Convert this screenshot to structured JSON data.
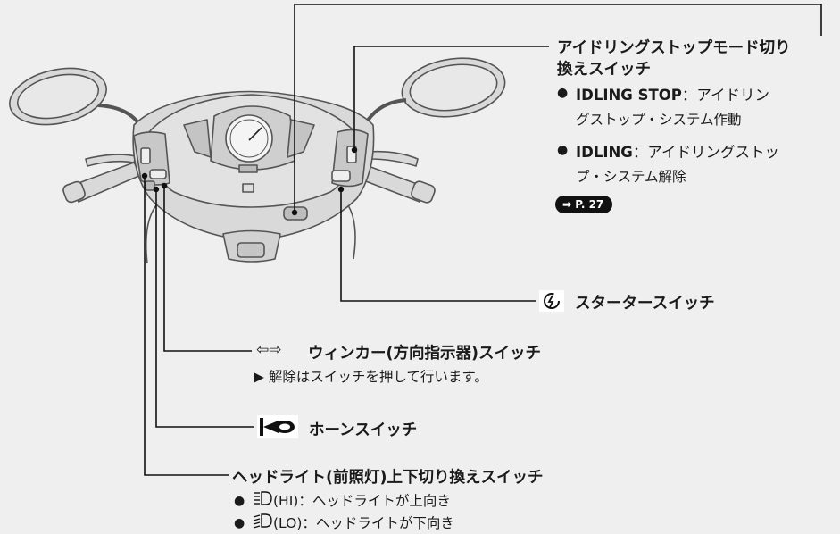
{
  "idling_switch": {
    "title_line1": "アイドリングストップモード切り",
    "title_line2": "換えスイッチ",
    "item1_label": "IDLING STOP",
    "item1_desc_line1": "：アイドリン",
    "item1_desc_line2": "グストップ・システム作動",
    "item2_label": "IDLING",
    "item2_desc_line1": "：アイドリングストッ",
    "item2_desc_line2": "プ・システム解除",
    "page_ref": "P. 27"
  },
  "starter_switch": {
    "label": "スタータースイッチ",
    "icon": "starter-icon"
  },
  "winker_switch": {
    "label": "ウィンカー(方向指示器)スイッチ",
    "note": "解除はスイッチを押して行います。",
    "icon": "turn-signal-arrows-icon"
  },
  "horn_switch": {
    "label": "ホーンスイッチ",
    "icon": "horn-icon"
  },
  "headlight_switch": {
    "label": "ヘッドライト(前照灯)上下切り換えスイッチ",
    "hi_code": "(HI)",
    "hi_desc": "：ヘッドライトが上向き",
    "lo_code": "(LO)",
    "lo_desc": "：ヘッドライトが下向き"
  },
  "colors": {
    "background": "#efefef",
    "line": "#111111",
    "drawing_fill": "#d9d9d9",
    "drawing_stroke": "#555555"
  }
}
